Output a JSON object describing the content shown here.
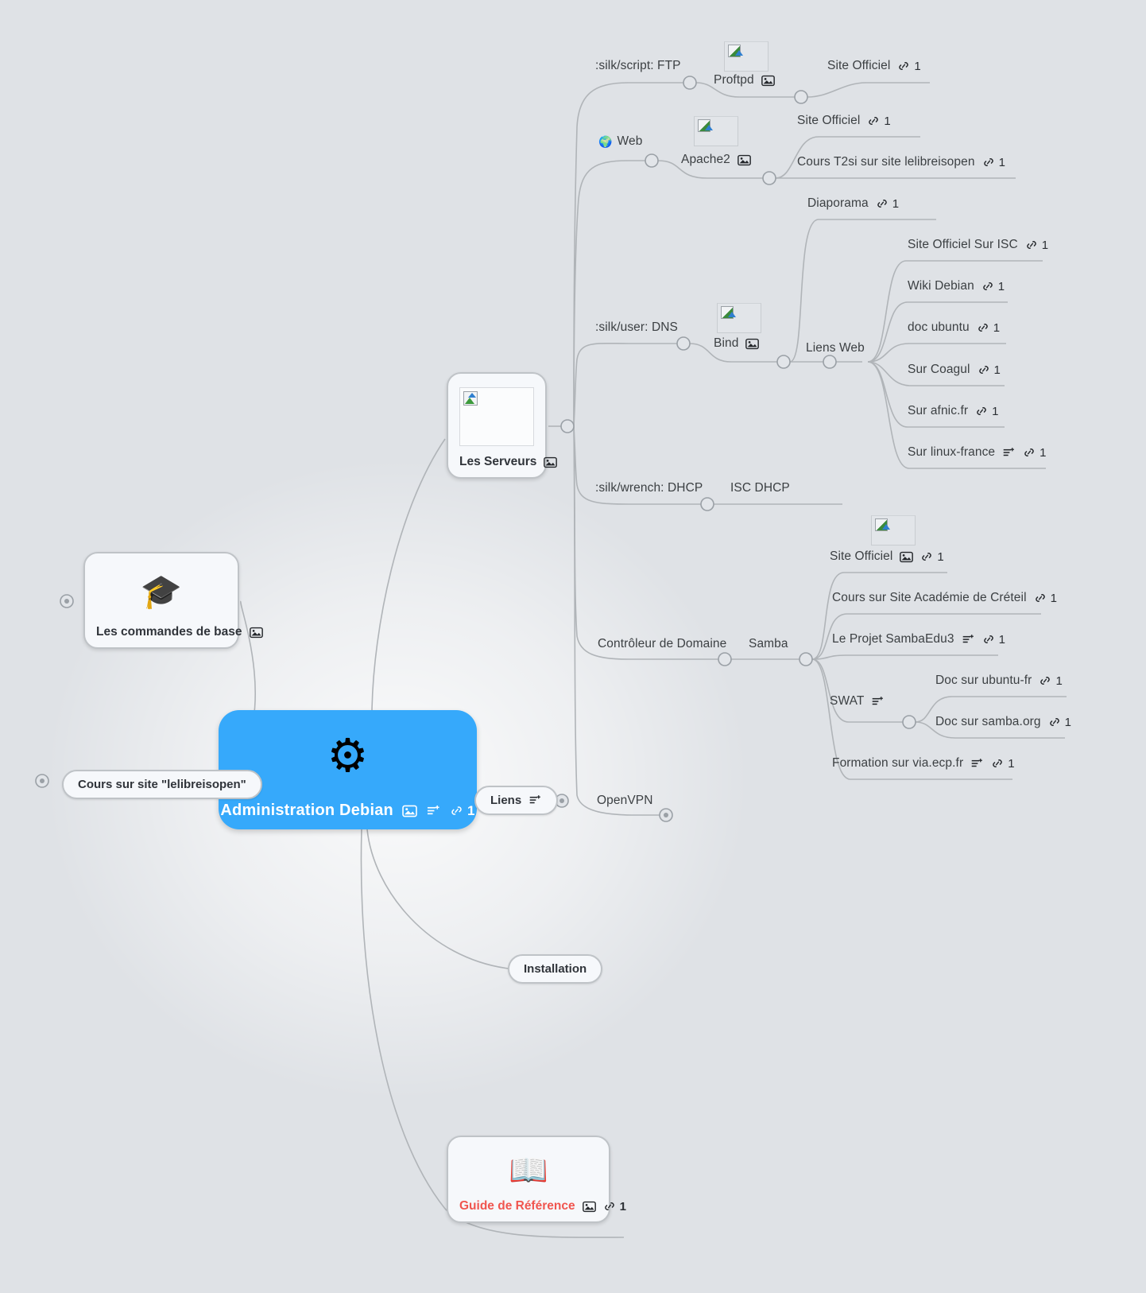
{
  "canvas": {
    "background": "#dfe2e6",
    "accent_blue": "#36a9fb",
    "accent_red": "#f0554f",
    "edge_color": "#b0b4b8"
  },
  "central": {
    "label": "Administration Debian",
    "icon": "gear-emoji",
    "glyph": "⚙",
    "has_image": true,
    "has_note": true,
    "link_count": "1"
  },
  "left_branches": [
    {
      "id": "commandes",
      "label": "Les commandes de base",
      "type": "card",
      "icon": "graduation-cap-emoji",
      "glyph": "🎓",
      "has_image": true
    },
    {
      "id": "cours-lelibreisopen",
      "label": "Cours sur site \"lelibreisopen\"",
      "type": "pill"
    }
  ],
  "bottom_branches": [
    {
      "id": "guide",
      "label": "Guide de Référence",
      "type": "card",
      "icon": "open-book-emoji",
      "glyph": "📖",
      "label_color": "#f0554f",
      "has_image": true,
      "link_count": "1"
    }
  ],
  "right_branches": [
    {
      "id": "serveurs",
      "label": "Les Serveurs",
      "type": "card",
      "has_image": true,
      "children": [
        {
          "id": "ftp",
          "label": ":silk/script: FTP",
          "children": [
            {
              "id": "proftpd",
              "label": "Proftpd",
              "has_image": true,
              "has_thumb": true,
              "children": [
                {
                  "id": "proftpd-site",
                  "label": "Site Officiel",
                  "link_count": "1"
                }
              ]
            }
          ]
        },
        {
          "id": "web",
          "label": "Web",
          "icon": "globe-emoji",
          "glyph": "🌍",
          "children": [
            {
              "id": "apache2",
              "label": "Apache2",
              "has_image": true,
              "has_thumb": true,
              "children": [
                {
                  "id": "apache-site",
                  "label": "Site Officiel",
                  "link_count": "1"
                },
                {
                  "id": "apache-cours",
                  "label": "Cours T2si sur site lelibreisopen",
                  "link_count": "1"
                }
              ]
            }
          ]
        },
        {
          "id": "dns",
          "label": ":silk/user: DNS",
          "children": [
            {
              "id": "bind",
              "label": "Bind",
              "has_image": true,
              "has_thumb": true,
              "children": [
                {
                  "id": "diaporama",
                  "label": "Diaporama",
                  "link_count": "1"
                },
                {
                  "id": "liens-web",
                  "label": "Liens Web",
                  "children": [
                    {
                      "id": "isc",
                      "label": "Site Officiel Sur ISC",
                      "link_count": "1"
                    },
                    {
                      "id": "wiki-debian",
                      "label": "Wiki Debian",
                      "link_count": "1"
                    },
                    {
                      "id": "doc-ubuntu",
                      "label": "doc ubuntu",
                      "link_count": "1"
                    },
                    {
                      "id": "coagul",
                      "label": "Sur Coagul",
                      "link_count": "1"
                    },
                    {
                      "id": "afnic",
                      "label": "Sur afnic.fr",
                      "link_count": "1"
                    },
                    {
                      "id": "linux-france",
                      "label": "Sur linux-france",
                      "has_note": true,
                      "link_count": "1"
                    }
                  ]
                }
              ]
            }
          ]
        },
        {
          "id": "dhcp",
          "label": ":silk/wrench: DHCP",
          "children": [
            {
              "id": "isc-dhcp",
              "label": "ISC DHCP"
            }
          ]
        },
        {
          "id": "controleur",
          "label": "Contrôleur de Domaine",
          "children": [
            {
              "id": "samba",
              "label": "Samba",
              "children": [
                {
                  "id": "samba-site",
                  "label": "Site Officiel",
                  "has_image": true,
                  "has_thumb": true,
                  "link_count": "1"
                },
                {
                  "id": "samba-creteil",
                  "label": "Cours sur Site Académie de Créteil",
                  "link_count": "1"
                },
                {
                  "id": "sambaedu3",
                  "label": "Le Projet SambaEdu3",
                  "has_note": true,
                  "link_count": "1"
                },
                {
                  "id": "swat",
                  "label": "SWAT",
                  "has_note": true,
                  "children": [
                    {
                      "id": "swat-ubuntufr",
                      "label": "Doc sur ubuntu-fr",
                      "link_count": "1"
                    },
                    {
                      "id": "swat-sambaorg",
                      "label": "Doc sur samba.org",
                      "link_count": "1"
                    }
                  ]
                },
                {
                  "id": "formation-ecp",
                  "label": "Formation sur via.ecp.fr",
                  "has_note": true,
                  "link_count": "1"
                }
              ]
            }
          ]
        },
        {
          "id": "openvpn",
          "label": "OpenVPN"
        }
      ]
    },
    {
      "id": "liens",
      "label": "Liens",
      "type": "pill",
      "has_note": true
    },
    {
      "id": "installation",
      "label": "Installation",
      "type": "pill"
    }
  ]
}
